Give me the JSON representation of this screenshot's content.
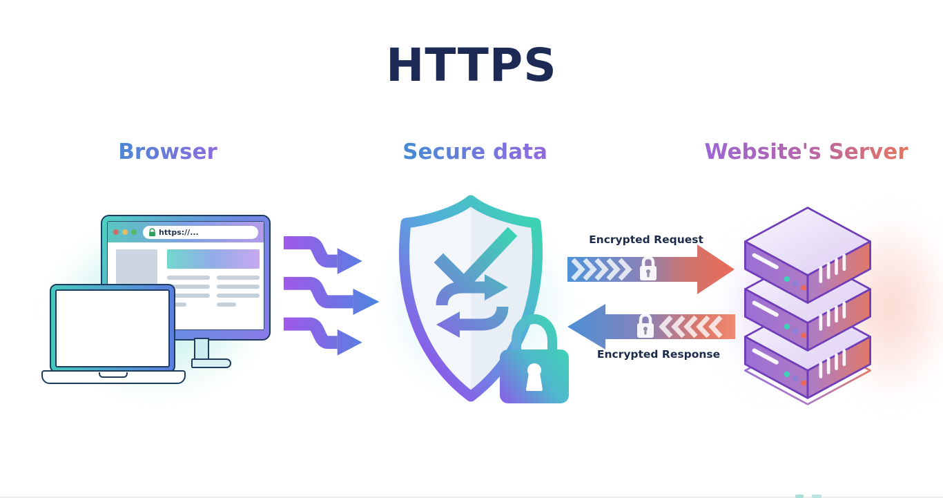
{
  "title": "HTTPS",
  "sections": {
    "browser": {
      "label": "Browser"
    },
    "secure_data": {
      "label": "Secure data"
    },
    "website_server": {
      "label": "Website's Server"
    }
  },
  "browser_window": {
    "address_bar": {
      "text": "https://...",
      "lock_icon": "green-padlock-icon"
    },
    "window_dots": [
      "#c96b67",
      "#e3bd66",
      "#58b868"
    ]
  },
  "shield": {
    "icons": [
      "checkmark-icon",
      "sync-arrows-icon",
      "padlock-icon"
    ]
  },
  "arrows": {
    "to_shield": {
      "style": "three-wavy-arrows",
      "direction": "right"
    },
    "request": {
      "label": "Encrypted Request",
      "direction": "right",
      "lock_icon": "lock-icon"
    },
    "response": {
      "label": "Encrypted Response",
      "direction": "left",
      "lock_icon": "lock-icon"
    }
  },
  "colors": {
    "title_navy": "#1d2a56",
    "label_blue": "#3f8ed2",
    "label_purple": "#9a66e0",
    "label_coral": "#e8765f",
    "teal": "#3ed2b4",
    "blue": "#4b86e0",
    "purple": "#8a5ce8",
    "coral": "#ea6a58",
    "outline_navy": "#1d3a5f",
    "server_outline_purple": "#6f3db8"
  }
}
